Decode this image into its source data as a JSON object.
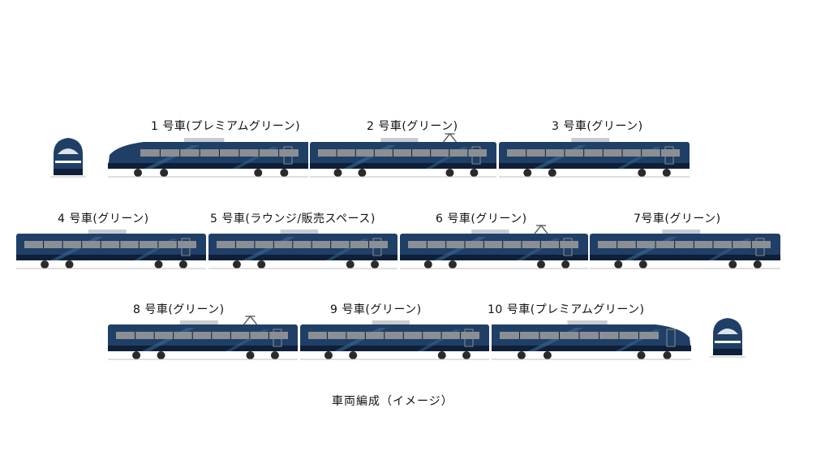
{
  "colors": {
    "body": "#1f3f66",
    "body_dark": "#0f1f38",
    "stripe": "#3a6f9f",
    "window": "#8b8f94",
    "roof": "#c9ccd0",
    "wheel": "#2a2a2a",
    "rail": "#bfbfbf"
  },
  "cars": [
    {
      "label": "1 号車(プレミアムグリーン)",
      "type": "cab-left",
      "pantograph": false
    },
    {
      "label": "2 号車(グリーン)",
      "type": "middle",
      "pantograph": true
    },
    {
      "label": "3 号車(グリーン)",
      "type": "middle",
      "pantograph": false
    },
    {
      "label": "4 号車(グリーン)",
      "type": "middle",
      "pantograph": false
    },
    {
      "label": "5 号車(ラウンジ/販売スペース)",
      "type": "middle",
      "pantograph": false
    },
    {
      "label": "6 号車(グリーン)",
      "type": "middle",
      "pantograph": true
    },
    {
      "label": "7号車(グリーン)",
      "type": "middle",
      "pantograph": false
    },
    {
      "label": "8 号車(グリーン)",
      "type": "middle",
      "pantograph": true
    },
    {
      "label": "9 号車(グリーン)",
      "type": "middle",
      "pantograph": false
    },
    {
      "label": "10 号車(プレミアムグリーン)",
      "type": "cab-right",
      "pantograph": false
    }
  ],
  "caption": "車両編成（イメージ）"
}
